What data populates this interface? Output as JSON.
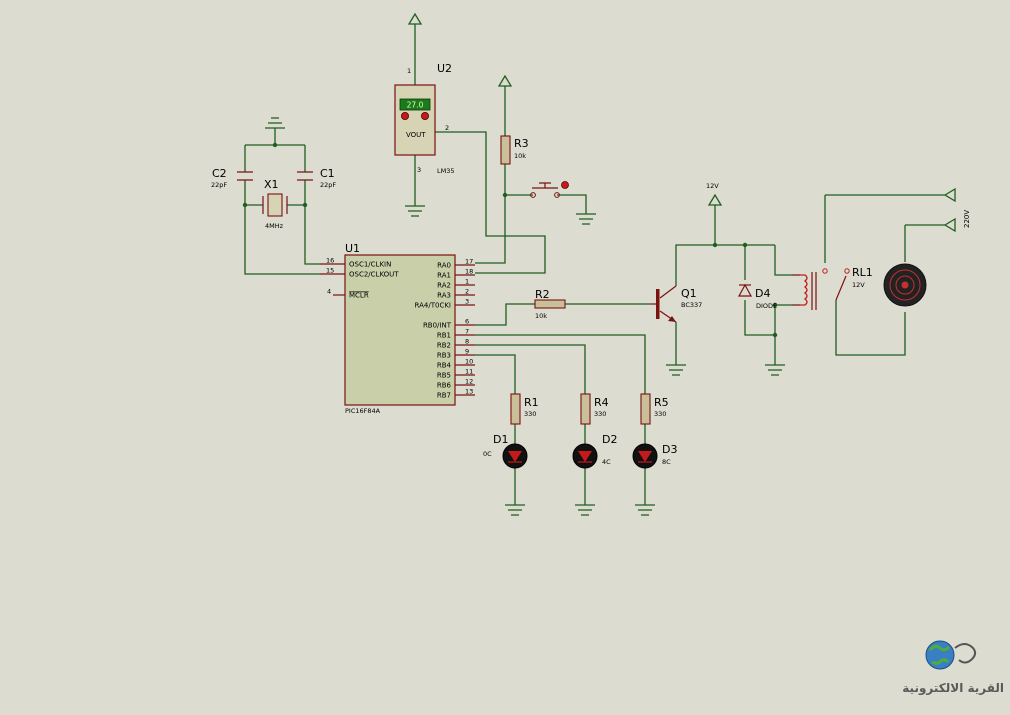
{
  "u1": {
    "ref": "U1",
    "part": "PIC16F84A",
    "left_pins": [
      {
        "num": "16",
        "name": "OSC1/CLKIN"
      },
      {
        "num": "15",
        "name": "OSC2/CLKOUT"
      },
      {
        "num": "4",
        "name": "MCLR"
      }
    ],
    "right_pins": [
      {
        "num": "17",
        "name": "RA0"
      },
      {
        "num": "18",
        "name": "RA1"
      },
      {
        "num": "1",
        "name": "RA2"
      },
      {
        "num": "2",
        "name": "RA3"
      },
      {
        "num": "3",
        "name": "RA4/T0CKI"
      },
      {
        "num": "6",
        "name": "RB0/INT"
      },
      {
        "num": "7",
        "name": "RB1"
      },
      {
        "num": "8",
        "name": "RB2"
      },
      {
        "num": "9",
        "name": "RB3"
      },
      {
        "num": "10",
        "name": "RB4"
      },
      {
        "num": "11",
        "name": "RB5"
      },
      {
        "num": "12",
        "name": "RB6"
      },
      {
        "num": "13",
        "name": "RB7"
      }
    ]
  },
  "u2": {
    "ref": "U2",
    "part": "LM35",
    "display": "27.0",
    "pin_vout": "VOUT",
    "pin1": "1",
    "pin2": "2",
    "pin3": "3"
  },
  "c1": {
    "ref": "C1",
    "val": "22pF"
  },
  "c2": {
    "ref": "C2",
    "val": "22pF"
  },
  "x1": {
    "ref": "X1",
    "val": "4MHz"
  },
  "r1": {
    "ref": "R1",
    "val": "330"
  },
  "r2": {
    "ref": "R2",
    "val": "10k"
  },
  "r3": {
    "ref": "R3",
    "val": "10k"
  },
  "r4": {
    "ref": "R4",
    "val": "330"
  },
  "r5": {
    "ref": "R5",
    "val": "330"
  },
  "d1": {
    "ref": "D1",
    "val": "0C"
  },
  "d2": {
    "ref": "D2",
    "val": "4C"
  },
  "d3": {
    "ref": "D3",
    "val": "8C"
  },
  "d4": {
    "ref": "D4",
    "val": "DIODE"
  },
  "q1": {
    "ref": "Q1",
    "val": "BC337"
  },
  "rl1": {
    "ref": "RL1",
    "val": "12V"
  },
  "supply_12v": "12V",
  "supply_220v": "220V",
  "logo_text": "القرية الالكترونية",
  "colors": {
    "background": "#dcdcd0",
    "wire": "#1f5e1f",
    "component_outline": "#7a1212",
    "ic_body": "#c9cfa9",
    "led_body": "#111111"
  }
}
